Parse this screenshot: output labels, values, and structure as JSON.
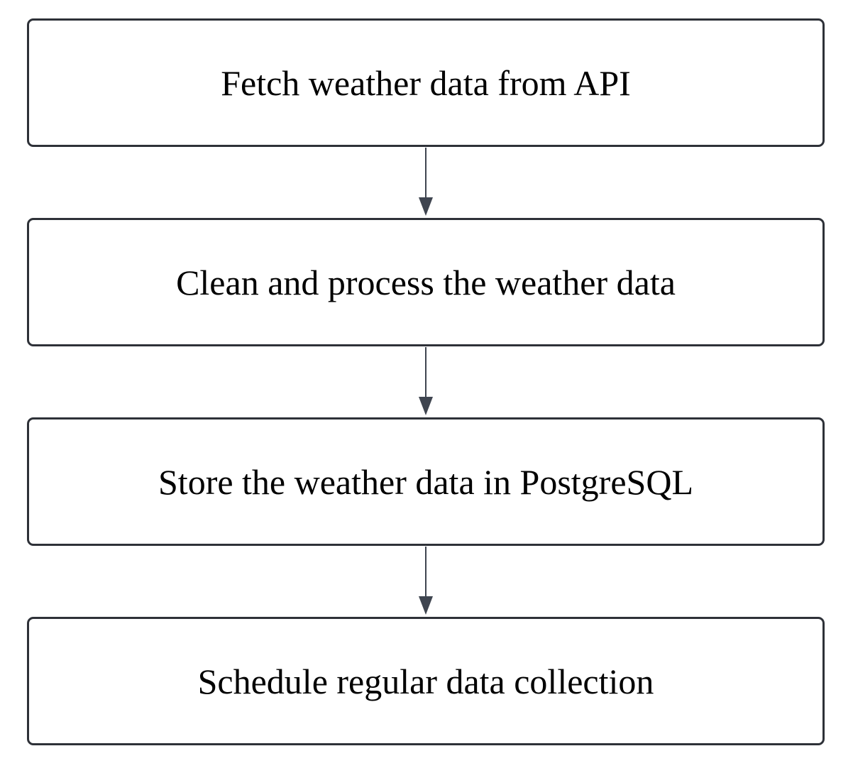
{
  "steps": [
    {
      "label": "Fetch weather data from API"
    },
    {
      "label": "Clean and process the weather data"
    },
    {
      "label": "Store the weather data in PostgreSQL"
    },
    {
      "label": "Schedule regular data collection"
    }
  ],
  "colors": {
    "border": "#2e3138",
    "arrow": "#3f4550",
    "text": "#000000",
    "background": "#ffffff"
  }
}
